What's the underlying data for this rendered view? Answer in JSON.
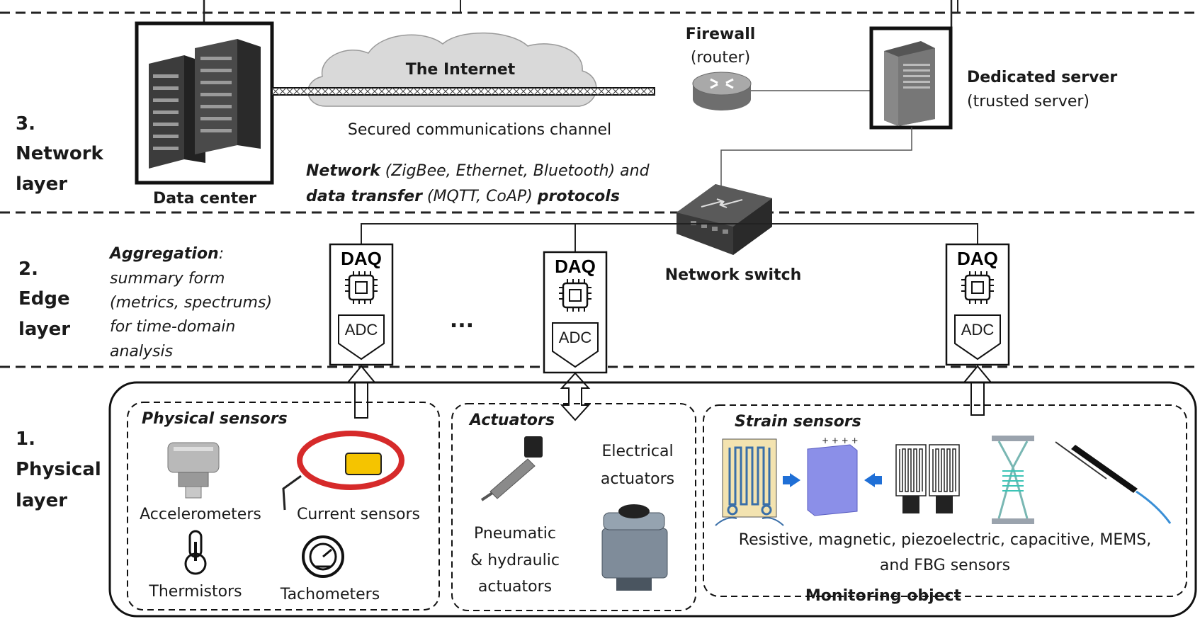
{
  "layers": {
    "network": {
      "num": "3.",
      "line1": "Network",
      "line2": "layer"
    },
    "edge": {
      "num": "2.",
      "line1": "Edge",
      "line2": "layer"
    },
    "physical": {
      "num": "1.",
      "line1": "Physical",
      "line2": "layer"
    }
  },
  "network": {
    "data_center": "Data center",
    "internet": "The Internet",
    "channel": "Secured communications channel",
    "firewall": "Firewall",
    "firewall_sub": "(router)",
    "server": "Dedicated server",
    "server_sub": "(trusted server)",
    "protocols": {
      "line1_bold": "Network",
      "line1_rest": " (ZigBee, Ethernet, Bluetooth) and",
      "line2_bold": "data transfer",
      "line2_rest": " (MQTT, CoAP) ",
      "line2_bold2": "protocols"
    },
    "switch": "Network switch"
  },
  "edge": {
    "aggregation_bold": "Aggregation",
    "aggregation_colon": ":",
    "aggregation_lines": [
      "summary form",
      "(metrics, spectrums)",
      "for time-domain",
      "analysis"
    ],
    "daq": "DAQ",
    "adc": "ADC",
    "ellipsis": "..."
  },
  "physical": {
    "physical_sensors": {
      "title": "Physical sensors",
      "accelerometers": "Accelerometers",
      "current_sensors": "Current sensors",
      "thermistors": "Thermistors",
      "tachometers": "Tachometers"
    },
    "actuators": {
      "title": "Actuators",
      "electrical": [
        "Electrical",
        "actuators"
      ],
      "pneumatic": [
        "Pneumatic",
        "& hydraulic",
        "actuators"
      ]
    },
    "strain": {
      "title": "Strain sensors",
      "desc_line1": "Resistive, magnetic, piezoelectric, capacitive, MEMS,",
      "desc_line2": "and FBG sensors"
    },
    "monitoring_object": "Monitoring object"
  },
  "colors": {
    "dark_gray": "#3c3c3c",
    "cloud": "#d9d9d9",
    "gauge_fill": "#f3e3b0",
    "piezo_blue": "#8b8fe8",
    "arrow_blue": "#1f6fd6",
    "current_red": "#d62a2a",
    "current_yellow": "#f5c400"
  }
}
